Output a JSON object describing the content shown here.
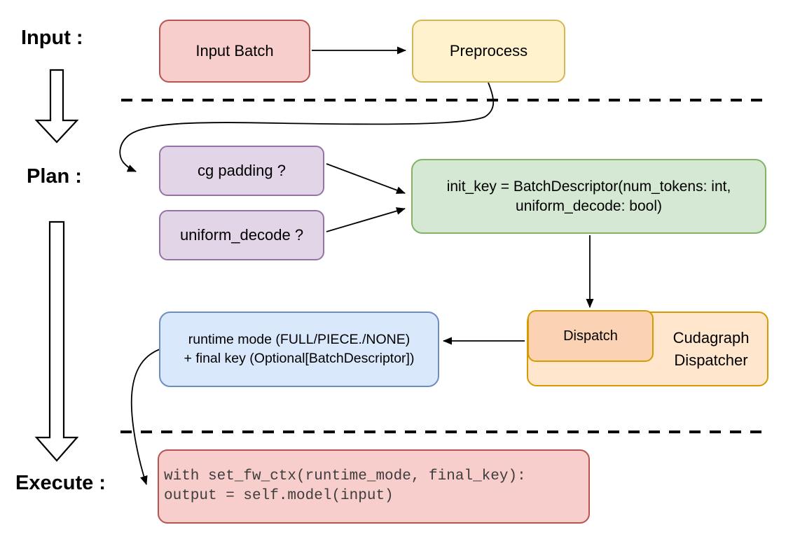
{
  "diagram": {
    "stage_labels": {
      "input": "Input :",
      "plan": "Plan :",
      "execute": "Execute :"
    },
    "nodes": {
      "input_batch": {
        "label": "Input Batch"
      },
      "preprocess": {
        "label": "Preprocess"
      },
      "cg_padding": {
        "label": "cg padding ?"
      },
      "uniform_decode": {
        "label": "uniform_decode ?"
      },
      "init_key": {
        "line1": "init_key = BatchDescriptor(num_tokens: int,",
        "line2": "uniform_decode: bool)"
      },
      "runtime_mode": {
        "line1": "runtime mode (FULL/PIECE./NONE)",
        "line2": "+ final key (Optional[BatchDescriptor])"
      },
      "dispatch": {
        "label": "Dispatch"
      },
      "cudagraph_dispatcher": {
        "line1": "Cudagraph",
        "line2": "Dispatcher"
      },
      "execute_code": {
        "line1": "with set_fw_ctx(runtime_mode, final_key):",
        "line2": "    output = self.model(input)"
      }
    },
    "colors": {
      "red_fill": "#f8cecc",
      "red_stroke": "#b85450",
      "yellow_fill": "#fff2cc",
      "yellow_stroke": "#d6b656",
      "purple_fill": "#e1d5e7",
      "purple_stroke": "#9673a6",
      "green_fill": "#d5e8d4",
      "green_stroke": "#82b366",
      "blue_fill": "#dae8fc",
      "blue_stroke": "#6c8ebf",
      "orange_fill": "#ffe6cc",
      "orange_inner_fill": "#fbd2b4",
      "orange_stroke": "#d79b00",
      "edge": "#000000"
    }
  }
}
